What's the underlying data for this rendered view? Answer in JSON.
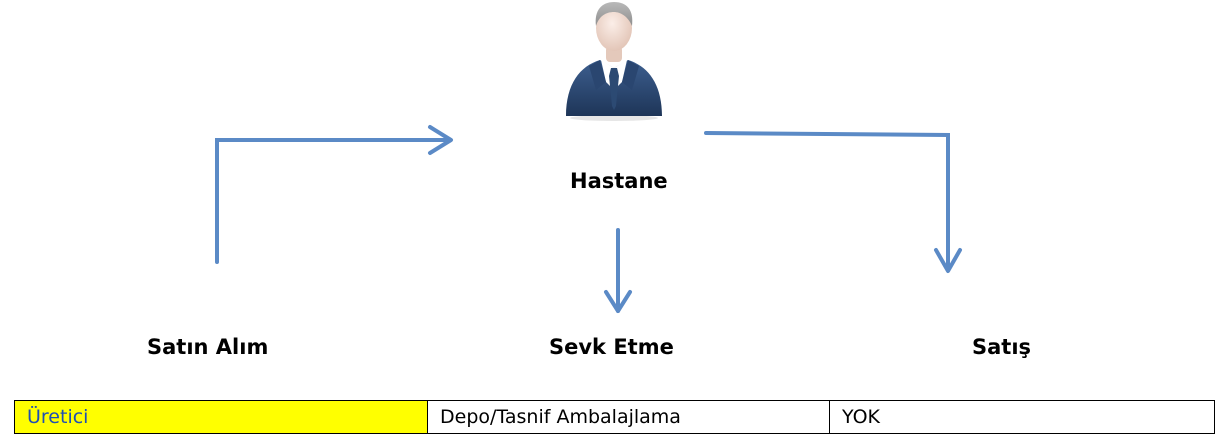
{
  "diagram": {
    "hub_label": "Hastane",
    "left_label": "Satın Alım",
    "center_label": "Sevk Etme",
    "right_label": "Satış",
    "hub_icon": "businessman-icon",
    "arrow_color": "#5b8ac6"
  },
  "table": {
    "cells": [
      "Üretici",
      "Depo/Tasnif Ambalajlama",
      "YOK"
    ],
    "highlight_color": "#ffff00",
    "highlight_text_color": "#1f4fb4"
  }
}
